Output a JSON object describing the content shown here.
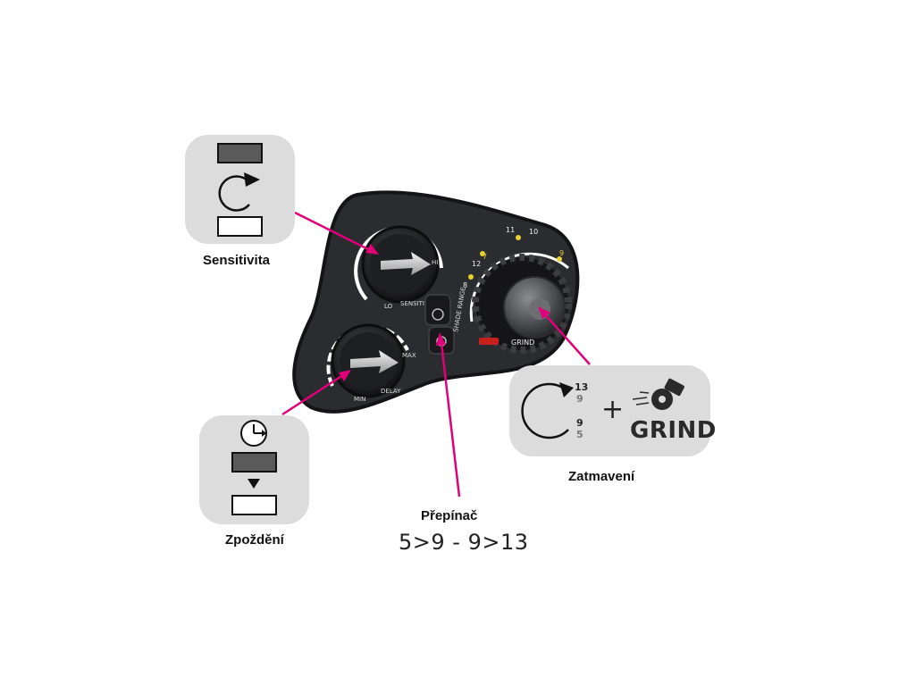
{
  "labels": {
    "sensitivity": "Sensitivita",
    "delay": "Zpoždění",
    "switch": "Přepínač",
    "switch_range": "5>9 - 9>13",
    "shade": "Zatmavení"
  },
  "panel": {
    "knob_sensitivity_lo": "LO",
    "knob_sensitivity_hi": "HI",
    "knob_sensitivity_name": "SENSITIVITY",
    "knob_delay_min": "MIN",
    "knob_delay_max": "MAX",
    "knob_delay_name": "DELAY",
    "switch_name": "SHADE RANGE",
    "shade_dial_name": "GRIND",
    "shade_scale": [
      "8",
      "7",
      "12",
      "11",
      "10",
      "9"
    ]
  },
  "shade_icon": {
    "upper_high": "13",
    "upper_low": "9",
    "lower_high": "9",
    "lower_low": "5",
    "plus": "+",
    "grind": "GRIND"
  },
  "colors": {
    "panel": "#2b2c2f",
    "leader": "#e0007a",
    "icon_bg": "#dcdcdc",
    "icon_dark": "#5a5a5a"
  },
  "icons": {
    "sensitivity": "rotate-clockwise-icon",
    "delay": "clock-icon",
    "grind": "grinder-icon"
  }
}
